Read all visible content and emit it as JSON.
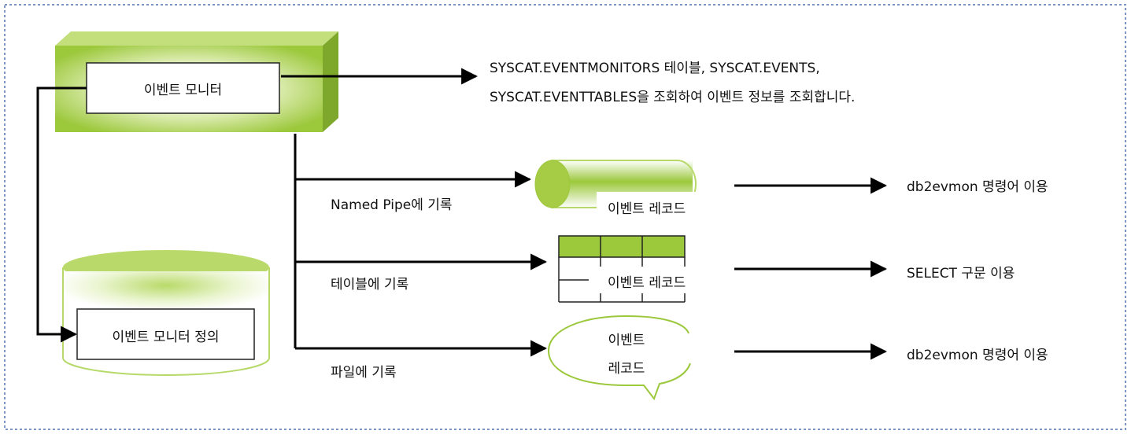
{
  "colors": {
    "frame_border": "#7b96c2",
    "green_main": "#9cc83c",
    "green_dark": "#7ea82c",
    "green_light": "#e6f2c9",
    "line": "#000000"
  },
  "event_monitor": {
    "label": "이벤트 모니터"
  },
  "catalog_note": {
    "line1": "SYSCAT.EVENTMONITORS 테이블, SYSCAT.EVENTS,",
    "line2": "SYSCAT.EVENTTABLES을 조회하여 이벤트 정보를 조회합니다."
  },
  "definition": {
    "label": "이벤트 모니터  정의"
  },
  "branches": [
    {
      "target_label": "Named Pipe에 기록",
      "record_label": "이벤트 레코드",
      "action_label": "db2evmon 명령어 이용"
    },
    {
      "target_label": "테이블에 기록",
      "record_label": "이벤트 레코드",
      "action_label": "SELECT 구문 이용"
    },
    {
      "target_label": "파일에 기록",
      "record_label_line1": "이벤트",
      "record_label_line2": "레코드",
      "action_label": "db2evmon 명령어 이용"
    }
  ]
}
